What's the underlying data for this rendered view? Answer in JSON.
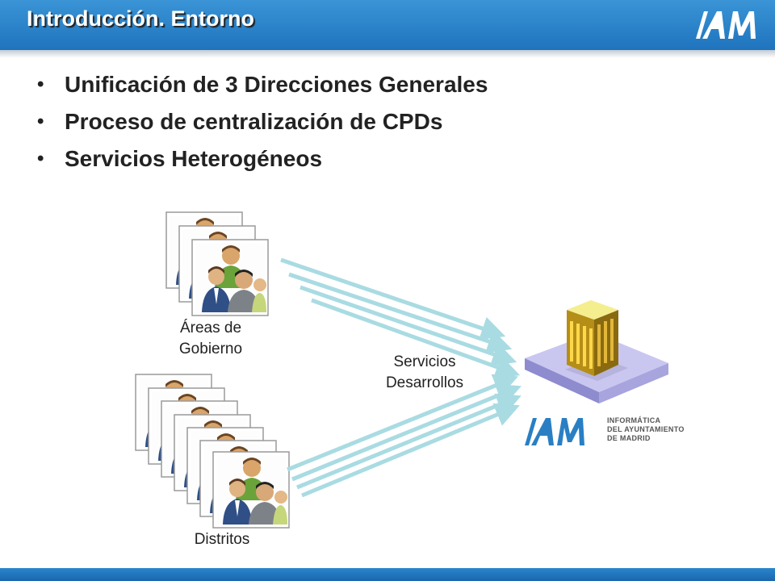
{
  "slide": {
    "title": "Introducción. Entorno",
    "bullets": [
      "Unificación de 3 Direcciones Generales",
      "Proceso de centralización de CPDs",
      "Servicios Heterogéneos"
    ]
  },
  "logo": {
    "text": "/AM",
    "subtitle_lines": [
      "INFORMÁTICA",
      "DEL AYUNTAMIENTO",
      "DE MADRID"
    ]
  },
  "diagram": {
    "areas_label": [
      "Áreas de",
      "Gobierno"
    ],
    "services_label": [
      "Servicios",
      "Desarrollos"
    ],
    "distritos_label": "Distritos"
  },
  "colors": {
    "header_blue": "#2a84c9",
    "arrow": "#a9dbe2",
    "logo_blue": "#2a7fc3"
  }
}
